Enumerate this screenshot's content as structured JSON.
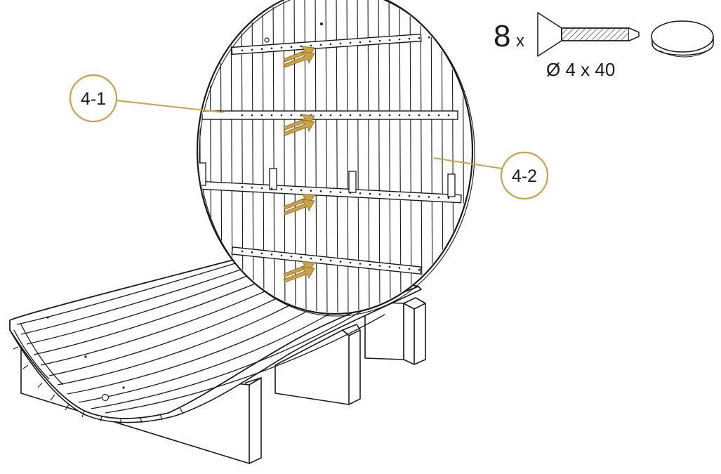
{
  "hardware": {
    "quantity": "8",
    "times_sign": "x",
    "screw_spec": "Ø 4 x 40",
    "screw_icon": "countersunk-screw-icon",
    "cap_icon": "cover-cap-icon"
  },
  "callouts": [
    {
      "label": "4-1"
    },
    {
      "label": "4-2"
    }
  ],
  "colors": {
    "callout": "#c9a24a",
    "arrow": "#c9a24a",
    "line": "#1a1a1a",
    "background": "#ffffff"
  },
  "arrow_icon": "double-arrow-icon"
}
